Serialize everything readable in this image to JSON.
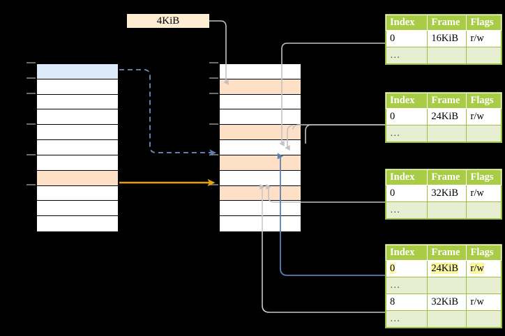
{
  "diagram": {
    "title_tag": {
      "label": "4KiB"
    },
    "left_table": {
      "name": "virtual-address-space",
      "rows": [
        {
          "fill": "blue"
        },
        {
          "fill": "white"
        },
        {
          "fill": "white"
        },
        {
          "fill": "white"
        },
        {
          "fill": "white"
        },
        {
          "fill": "white"
        },
        {
          "fill": "white"
        },
        {
          "fill": "peach"
        },
        {
          "fill": "white"
        },
        {
          "fill": "white"
        },
        {
          "fill": "white"
        }
      ]
    },
    "middle_table": {
      "name": "physical-memory",
      "rows": [
        {
          "fill": "white"
        },
        {
          "fill": "peach"
        },
        {
          "fill": "white"
        },
        {
          "fill": "white"
        },
        {
          "fill": "peach"
        },
        {
          "fill": "white"
        },
        {
          "fill": "peach"
        },
        {
          "fill": "white"
        },
        {
          "fill": "peach"
        },
        {
          "fill": "white"
        },
        {
          "fill": "white"
        }
      ]
    },
    "page_tables": [
      {
        "name": "page-table-1",
        "headers": [
          "Index",
          "Frame",
          "Flags"
        ],
        "rows": [
          {
            "type": "entry",
            "cells": [
              "0",
              "16KiB",
              "r/w"
            ],
            "highlight": [
              false,
              false,
              false
            ]
          },
          {
            "type": "dots",
            "cells": [
              "…",
              "",
              ""
            ],
            "highlight": [
              false,
              false,
              false
            ]
          }
        ]
      },
      {
        "name": "page-table-2",
        "headers": [
          "Index",
          "Frame",
          "Flags"
        ],
        "rows": [
          {
            "type": "entry",
            "cells": [
              "0",
              "24KiB",
              "r/w"
            ],
            "highlight": [
              false,
              false,
              false
            ]
          },
          {
            "type": "dots",
            "cells": [
              "…",
              "",
              ""
            ],
            "highlight": [
              false,
              false,
              false
            ]
          }
        ]
      },
      {
        "name": "page-table-3",
        "headers": [
          "Index",
          "Frame",
          "Flags"
        ],
        "rows": [
          {
            "type": "entry",
            "cells": [
              "0",
              "32KiB",
              "r/w"
            ],
            "highlight": [
              false,
              false,
              false
            ]
          },
          {
            "type": "dots",
            "cells": [
              "…",
              "",
              ""
            ],
            "highlight": [
              false,
              false,
              false
            ]
          }
        ]
      },
      {
        "name": "page-table-4",
        "headers": [
          "Index",
          "Frame",
          "Flags"
        ],
        "rows": [
          {
            "type": "entry",
            "cells": [
              "0",
              "24KiB",
              "r/w"
            ],
            "highlight": [
              true,
              true,
              true
            ]
          },
          {
            "type": "dots",
            "cells": [
              "…",
              "",
              ""
            ],
            "highlight": [
              false,
              false,
              false
            ]
          },
          {
            "type": "entry",
            "cells": [
              "8",
              "32KiB",
              "r/w"
            ],
            "highlight": [
              false,
              false,
              false
            ]
          },
          {
            "type": "dots",
            "cells": [
              "…",
              "",
              ""
            ],
            "highlight": [
              false,
              false,
              false
            ]
          }
        ]
      }
    ],
    "colors": {
      "blue_fill": "#dce9f9",
      "peach_fill": "#fde0c6",
      "tag_fill": "#fdeed3",
      "green_header": "#a8cc45",
      "green_border": "#9ac23c",
      "dots_fill": "#e8eed2",
      "highlight_yellow": "#fdf7a0",
      "orange_arrow": "#e8a200",
      "blue_arrow": "#5b7fb5",
      "gray_arrow": "#b6b6b6",
      "gray_line": "#c9c9c9"
    }
  }
}
